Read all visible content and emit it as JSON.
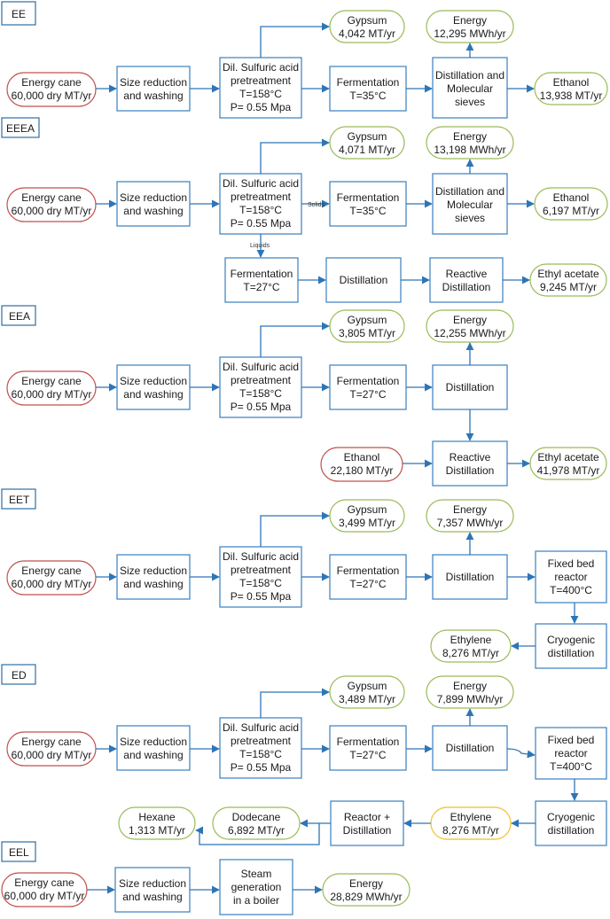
{
  "sections": {
    "ee": {
      "tag": "EE",
      "input": [
        "Energy cane",
        "60,000 dry MT/yr"
      ],
      "size": [
        "Size reduction",
        "and washing"
      ],
      "pre": [
        "Dil. Sulfuric acid",
        "pretreatment",
        "T=158°C",
        "P= 0.55 Mpa"
      ],
      "ferm": [
        "Fermentation",
        "T=35°C"
      ],
      "dist": [
        "Distillation and",
        "Molecular",
        "sieves"
      ],
      "gypsum": [
        "Gypsum",
        "4,042 MT/yr"
      ],
      "energy": [
        "Energy",
        "12,295 MWh/yr"
      ],
      "product": [
        "Ethanol",
        "13,938 MT/yr"
      ]
    },
    "eeea": {
      "tag": "EEEA",
      "input": [
        "Energy cane",
        "60,000 dry MT/yr"
      ],
      "size": [
        "Size reduction",
        "and washing"
      ],
      "pre": [
        "Dil. Sulfuric acid",
        "pretreatment",
        "T=158°C",
        "P= 0.55 Mpa"
      ],
      "solids": "Solids",
      "liquids": "Liquids",
      "ferm": [
        "Fermentation",
        "T=35°C"
      ],
      "dist": [
        "Distillation and",
        "Molecular",
        "sieves"
      ],
      "gypsum": [
        "Gypsum",
        "4,071 MT/yr"
      ],
      "energy": [
        "Energy",
        "13,198 MWh/yr"
      ],
      "product": [
        "Ethanol",
        "6,197 MT/yr"
      ],
      "ferm2": [
        "Fermentation",
        "T=27°C"
      ],
      "dist2": [
        "Distillation"
      ],
      "reactive": [
        "Reactive",
        "Distillation"
      ],
      "product2": [
        "Ethyl acetate",
        "9,245 MT/yr"
      ]
    },
    "eea": {
      "tag": "EEA",
      "input": [
        "Energy cane",
        "60,000 dry MT/yr"
      ],
      "size": [
        "Size reduction",
        "and washing"
      ],
      "pre": [
        "Dil. Sulfuric acid",
        "pretreatment",
        "T=158°C",
        "P= 0.55 Mpa"
      ],
      "ferm": [
        "Fermentation",
        "T=27°C"
      ],
      "dist": [
        "Distillation"
      ],
      "gypsum": [
        "Gypsum",
        "3,805 MT/yr"
      ],
      "energy": [
        "Energy",
        "12,255 MWh/yr"
      ],
      "ethanol_in": [
        "Ethanol",
        "22,180 MT/yr"
      ],
      "reactive": [
        "Reactive",
        "Distillation"
      ],
      "product": [
        "Ethyl acetate",
        "41,978 MT/yr"
      ]
    },
    "eet": {
      "tag": "EET",
      "input": [
        "Energy cane",
        "60,000 dry MT/yr"
      ],
      "size": [
        "Size reduction",
        "and washing"
      ],
      "pre": [
        "Dil. Sulfuric acid",
        "pretreatment",
        "T=158°C",
        "P= 0.55 Mpa"
      ],
      "ferm": [
        "Fermentation",
        "T=27°C"
      ],
      "dist": [
        "Distillation"
      ],
      "gypsum": [
        "Gypsum",
        "3,499 MT/yr"
      ],
      "energy": [
        "Energy",
        "7,357 MWh/yr"
      ],
      "fixed": [
        "Fixed bed",
        "reactor",
        "T=400°C"
      ],
      "cryo": [
        "Cryogenic",
        "distillation"
      ],
      "product": [
        "Ethylene",
        "8,276 MT/yr"
      ]
    },
    "ed": {
      "tag": "ED",
      "input": [
        "Energy cane",
        "60,000 dry MT/yr"
      ],
      "size": [
        "Size reduction",
        "and washing"
      ],
      "pre": [
        "Dil. Sulfuric acid",
        "pretreatment",
        "T=158°C",
        "P= 0.55 Mpa"
      ],
      "ferm": [
        "Fermentation",
        "T=27°C"
      ],
      "dist": [
        "Distillation"
      ],
      "gypsum": [
        "Gypsum",
        "3,489 MT/yr"
      ],
      "energy": [
        "Energy",
        "7,899 MWh/yr"
      ],
      "fixed": [
        "Fixed bed",
        "reactor",
        "T=400°C"
      ],
      "cryo": [
        "Cryogenic",
        "distillation"
      ],
      "ethylene": [
        "Ethylene",
        "8,276 MT/yr"
      ],
      "reactor": [
        "Reactor +",
        "Distillation"
      ],
      "dodecane": [
        "Dodecane",
        "6,892 MT/yr"
      ],
      "hexane": [
        "Hexane",
        "1,313 MT/yr"
      ]
    },
    "eel": {
      "tag": "EEL",
      "input": [
        "Energy cane",
        "60,000 dry MT/yr"
      ],
      "size": [
        "Size reduction",
        "and washing"
      ],
      "steam": [
        "Steam",
        "generation",
        "in a boiler"
      ],
      "product": [
        "Energy",
        "28,829 MWh/yr"
      ]
    }
  }
}
